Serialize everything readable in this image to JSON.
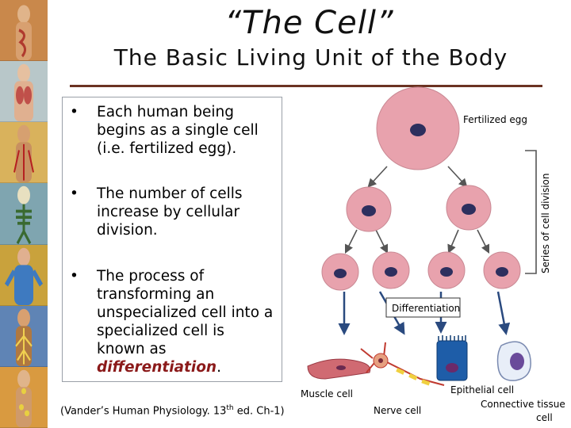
{
  "slide": {
    "title": "“The Cell”",
    "subtitle": "The Basic Living Unit of the Body",
    "bullets": [
      {
        "text": "Each human being begins as a single cell (i.e. fertilized egg)."
      },
      {
        "text": "The number of cells increase by cellular division."
      },
      {
        "text_before": "The process of transforming an unspecialized cell into a specialized cell is known as ",
        "emphasis": "differentiation",
        "text_after": "."
      }
    ],
    "citation": {
      "before": "(Vander’s Human Physiology. 13",
      "sup": "th",
      "after": " ed. Ch-1)"
    }
  },
  "diagram": {
    "fertilized_egg_label": "Fertilized egg",
    "cell_division_label": "Series of cell division",
    "differentiation_label": "Differentiation",
    "cell_types": {
      "muscle": "Muscle cell",
      "nerve": "Nerve cell",
      "epithelial": "Epithelial cell",
      "connective_line1": "Connective tissue",
      "connective_line2": "cell"
    },
    "colors": {
      "cell_fill": "#e8a2ad",
      "nucleus_fill": "#2d2f5e",
      "arrow_color": "#555555",
      "blue_arrow": "#2a4a7f",
      "emphasis": "#8b1a1a",
      "rule": "#6b3322"
    }
  }
}
